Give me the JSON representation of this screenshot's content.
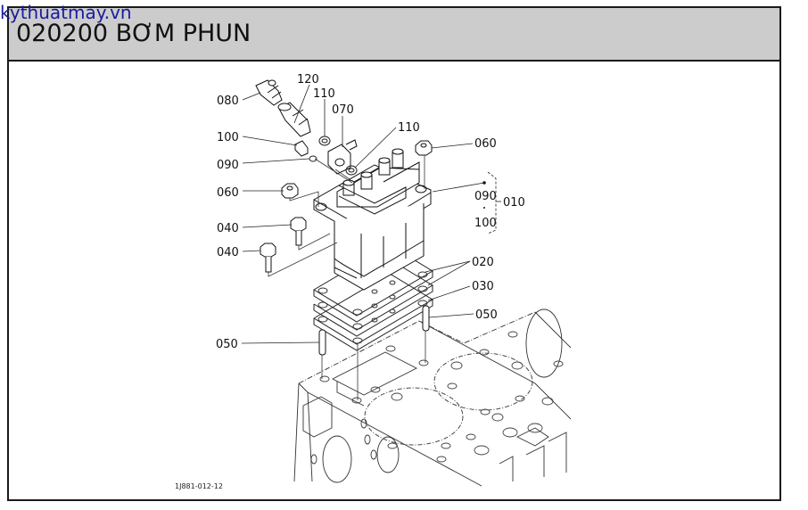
{
  "watermark": "kythuatmay.vn",
  "header": {
    "title": "020200 BƠM PHUN"
  },
  "diagram": {
    "figure_code": "1J881-012-12",
    "callouts": [
      {
        "id": "080",
        "label": "080"
      },
      {
        "id": "120",
        "label": "120"
      },
      {
        "id": "110a",
        "label": "110"
      },
      {
        "id": "070",
        "label": "070"
      },
      {
        "id": "110b",
        "label": "110"
      },
      {
        "id": "100",
        "label": "100"
      },
      {
        "id": "090",
        "label": "090"
      },
      {
        "id": "060a",
        "label": "060"
      },
      {
        "id": "060b",
        "label": "060"
      },
      {
        "id": "040a",
        "label": "040"
      },
      {
        "id": "040b",
        "label": "040"
      },
      {
        "id": "020",
        "label": "020"
      },
      {
        "id": "030",
        "label": "030"
      },
      {
        "id": "050a",
        "label": "050"
      },
      {
        "id": "050b",
        "label": "050"
      },
      {
        "id": "010",
        "label": "010"
      },
      {
        "id": "010-090",
        "label": "090"
      },
      {
        "id": "010-100",
        "label": "100"
      }
    ]
  }
}
